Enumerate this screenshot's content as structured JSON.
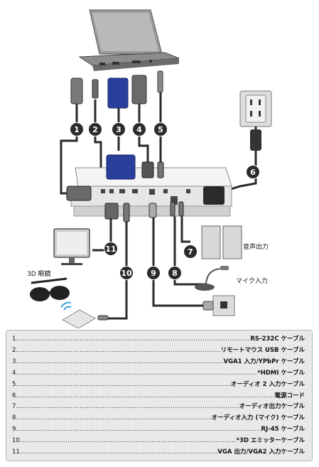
{
  "labels": {
    "audio_out": "音声出力",
    "mic_in": "マイク入力",
    "glasses": "3D 眼鏡"
  },
  "markers": [
    "1",
    "2",
    "3",
    "4",
    "5",
    "6",
    "7",
    "8",
    "9",
    "10",
    "11"
  ],
  "legend": [
    {
      "num": "1",
      "text": "RS-232C ケーブル"
    },
    {
      "num": "2",
      "text": "リモートマウス USB ケーブル"
    },
    {
      "num": "3",
      "text": "VGA1 入力/YPbPr ケーブル"
    },
    {
      "num": "4",
      "text": "*HDMI ケーブル"
    },
    {
      "num": "5",
      "text": "オーディオ 2 入力ケーブル"
    },
    {
      "num": "6",
      "text": "電源コード"
    },
    {
      "num": "7",
      "text": "オーディオ出力ケーブル"
    },
    {
      "num": "8",
      "text": "オーディオ入力 (マイク) ケーブル"
    },
    {
      "num": "9",
      "text": "RJ-45 ケーブル"
    },
    {
      "num": "10",
      "text": "*3D エミッターケーブル"
    },
    {
      "num": "11",
      "text": "VGA 出力/VGA2 入力ケーブル"
    }
  ],
  "colors": {
    "cable": "#2a2a2a",
    "marker": "#2b2b2b",
    "vga": "#2a3f9c",
    "legend_bg": "#e9e9e9"
  }
}
